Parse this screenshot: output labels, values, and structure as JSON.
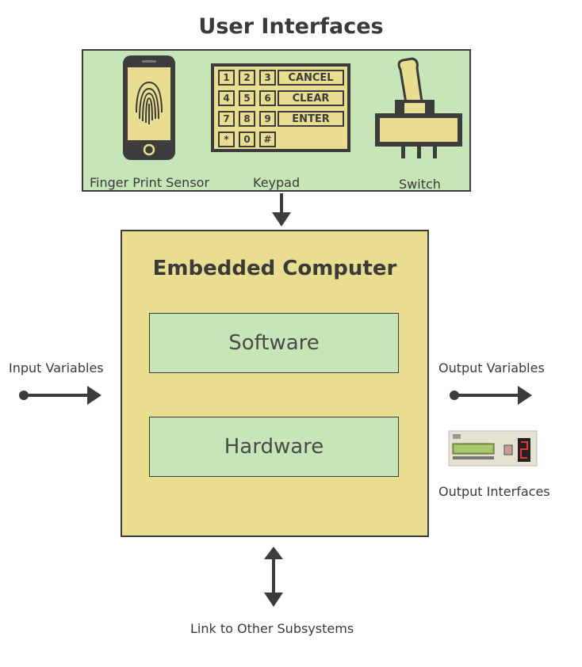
{
  "title": "User Interfaces",
  "user_interfaces": {
    "fingerprint_label": "Finger Print Sensor",
    "keypad_label": "Keypad",
    "switch_label": "Switch",
    "keypad": {
      "keys": [
        "1",
        "2",
        "3",
        "4",
        "5",
        "6",
        "7",
        "8",
        "9",
        "*",
        "0",
        "#"
      ],
      "cancel": "CANCEL",
      "clear": "CLEAR",
      "enter": "ENTER"
    }
  },
  "embedded_computer": {
    "title": "Embedded Computer",
    "software": "Software",
    "hardware": "Hardware"
  },
  "input_variables": "Input Variables",
  "output_variables": "Output Variables",
  "output_interfaces": "Output Interfaces",
  "link_label": "Link to Other Subsystems",
  "colors": {
    "panel_green": "#c6e6b8",
    "computer_yellow": "#e9dd90",
    "icon_dark": "#3c3c3c",
    "icon_yellow": "#e9dd90"
  }
}
